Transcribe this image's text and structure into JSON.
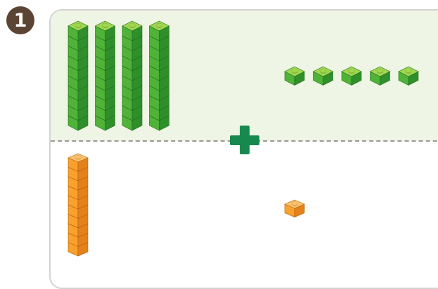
{
  "problem": {
    "number": "1",
    "badge_color": "#5c4434"
  },
  "colors": {
    "top_panel_bg": "#eef5e4",
    "panel_border": "#d3d3d3",
    "divider": "#9a9a9a",
    "plus": "#17894f",
    "green_top": "#9fd84f",
    "green_left": "#4fb338",
    "green_right": "#2f8f2a",
    "orange_top": "#ffc36b",
    "orange_left": "#f9a12c",
    "orange_right": "#e5811a"
  },
  "addend_1": {
    "color": "green",
    "tens_rods": 4,
    "ones_cubes": 5
  },
  "operator": {
    "symbol": "plus-sign"
  },
  "addend_2": {
    "color": "orange",
    "tens_rods": 1,
    "ones_cubes": 1
  }
}
